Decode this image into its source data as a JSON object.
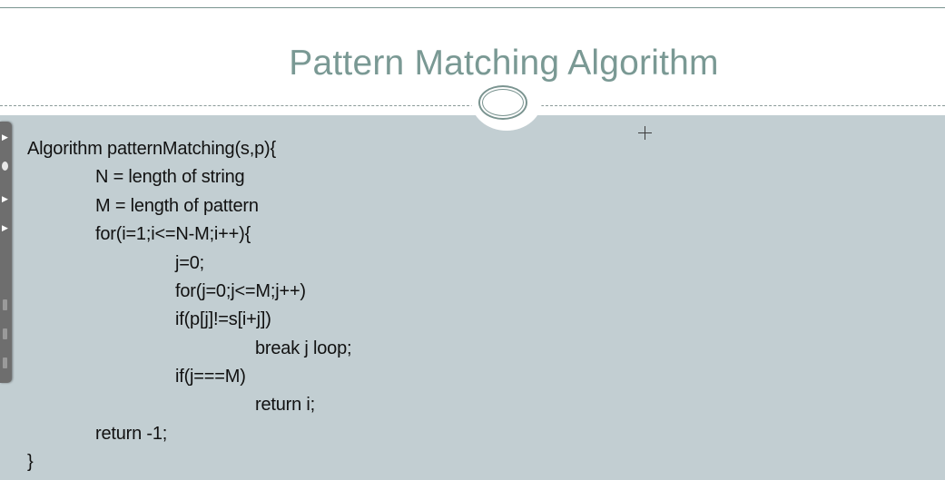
{
  "slide": {
    "title": "Pattern Matching Algorithm"
  },
  "code": {
    "lines": [
      "Algorithm patternMatching(s,p){",
      "N = length of string",
      "M = length of pattern",
      "for(i=1;i<=N-M;i++){",
      "j=0;",
      "for(j=0;j<=M;j++)",
      "if(p[j]!=s[i+j])",
      "break j loop;",
      "if(j===M)",
      "return i;",
      "return -1;",
      "}"
    ]
  },
  "toolbar": {
    "icons": [
      "pointer-arrow-icon",
      "pen-icon",
      "next-arrow-icon",
      "previous-arrow-icon",
      "menu-icon"
    ]
  },
  "colors": {
    "title": "#7a9994",
    "panel": "#c2ced2",
    "rule": "#7a9490",
    "text": "#111111"
  }
}
